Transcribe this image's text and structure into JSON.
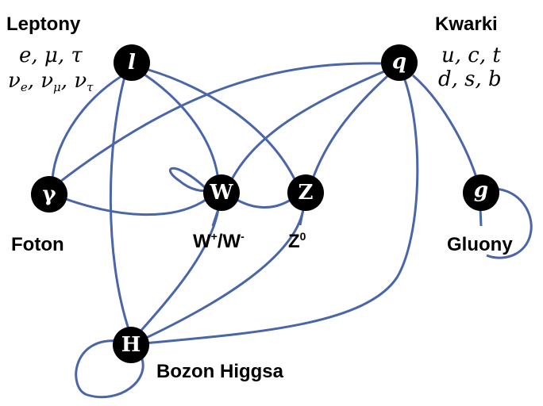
{
  "diagram": {
    "type": "interaction-graph",
    "edge_color": "#4a66a8",
    "node_color": "#000000",
    "nodes": {
      "l": {
        "symbol": "l",
        "label": "Leptony"
      },
      "q": {
        "symbol": "q",
        "label": "Kwarki"
      },
      "gamma": {
        "symbol": "γ",
        "label": "Foton"
      },
      "W": {
        "symbol": "W",
        "label": "W⁺/W⁻"
      },
      "Z": {
        "symbol": "Z",
        "label": "Z⁰"
      },
      "g": {
        "symbol": "g",
        "label": "Gluony"
      },
      "H": {
        "symbol": "H",
        "label": "Bozon Higgsa"
      }
    },
    "edges": [
      [
        "l",
        "gamma"
      ],
      [
        "l",
        "W"
      ],
      [
        "l",
        "Z"
      ],
      [
        "l",
        "H"
      ],
      [
        "q",
        "gamma"
      ],
      [
        "q",
        "W"
      ],
      [
        "q",
        "Z"
      ],
      [
        "q",
        "g"
      ],
      [
        "q",
        "H"
      ],
      [
        "gamma",
        "W"
      ],
      [
        "W",
        "W"
      ],
      [
        "W",
        "Z"
      ],
      [
        "W",
        "H"
      ],
      [
        "Z",
        "H"
      ],
      [
        "g",
        "g"
      ],
      [
        "H",
        "H"
      ]
    ]
  },
  "labels": {
    "leptons_title": "Leptony",
    "leptons_row1": "e, μ, τ",
    "leptons_nu": "ν",
    "leptons_sub_e": "e",
    "leptons_sub_mu": "μ",
    "leptons_sub_tau": "τ",
    "quarks_title": "Kwarki",
    "quarks_row1": "u, c, t",
    "quarks_row2": "d, s, b",
    "photon": "Foton",
    "w_base1": "W",
    "w_sup_plus": "+",
    "w_slash": "/W",
    "w_sup_minus": "-",
    "z_base": "Z",
    "z_sup": "0",
    "gluon": "Gluony",
    "higgs": "Bozon Higgsa"
  },
  "symbols": {
    "l": "l",
    "q": "q",
    "gamma": "γ",
    "W": "W",
    "Z": "Z",
    "g": "g",
    "H": "H"
  }
}
